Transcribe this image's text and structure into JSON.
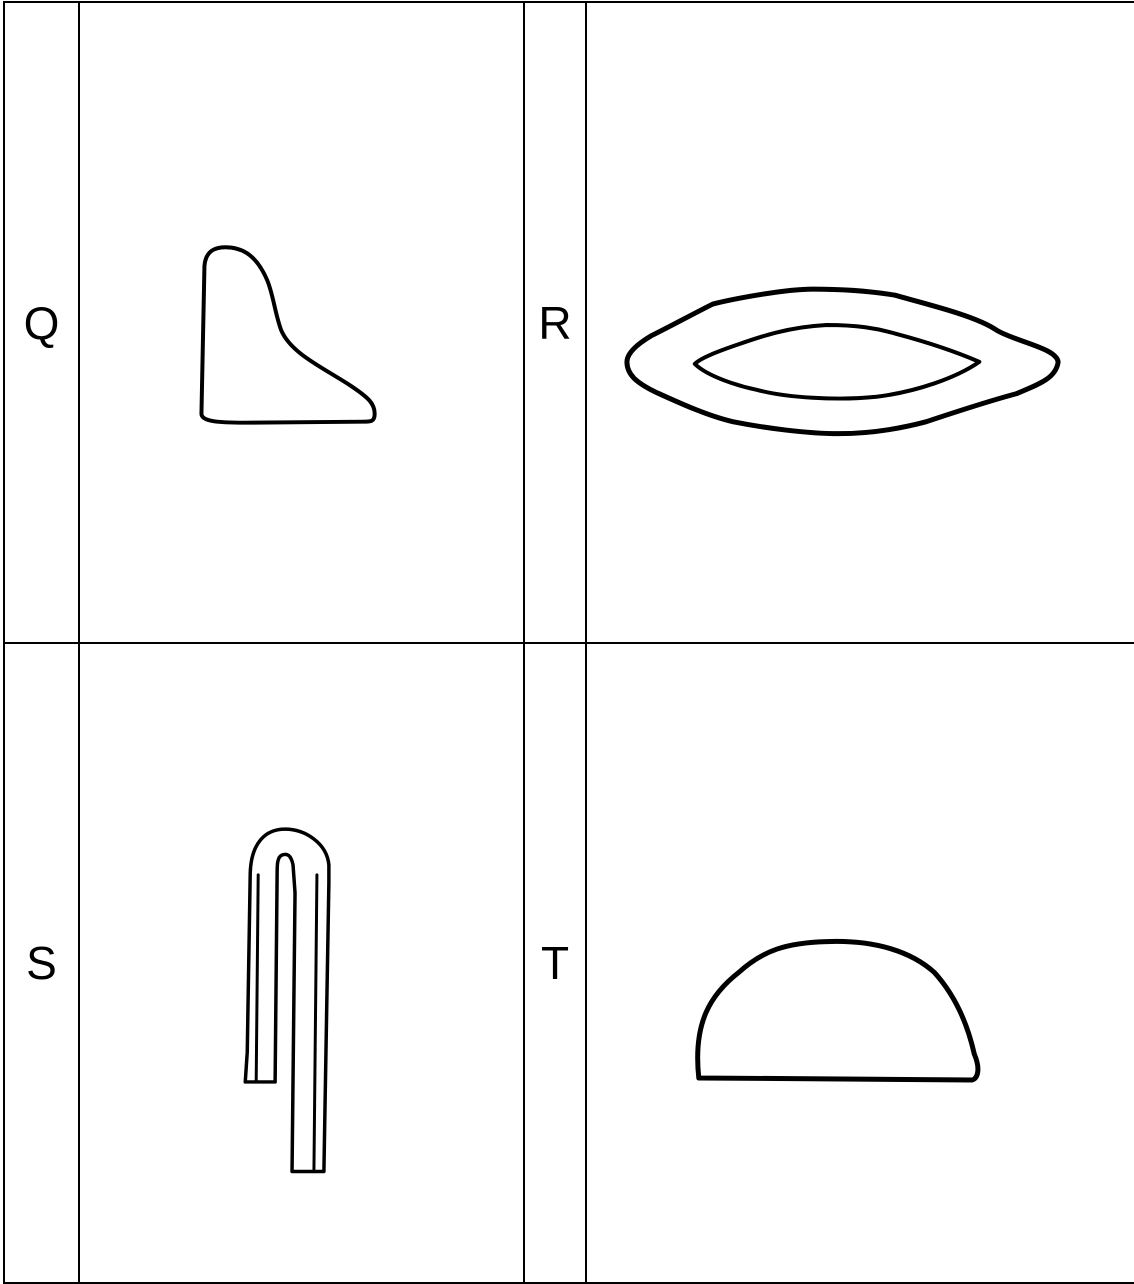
{
  "cells": {
    "q": {
      "label": "Q"
    },
    "r": {
      "label": "R"
    },
    "s": {
      "label": "S"
    },
    "t": {
      "label": "T"
    }
  },
  "colors": {
    "stroke": "#000000",
    "background": "#ffffff",
    "grid": "#000000"
  }
}
